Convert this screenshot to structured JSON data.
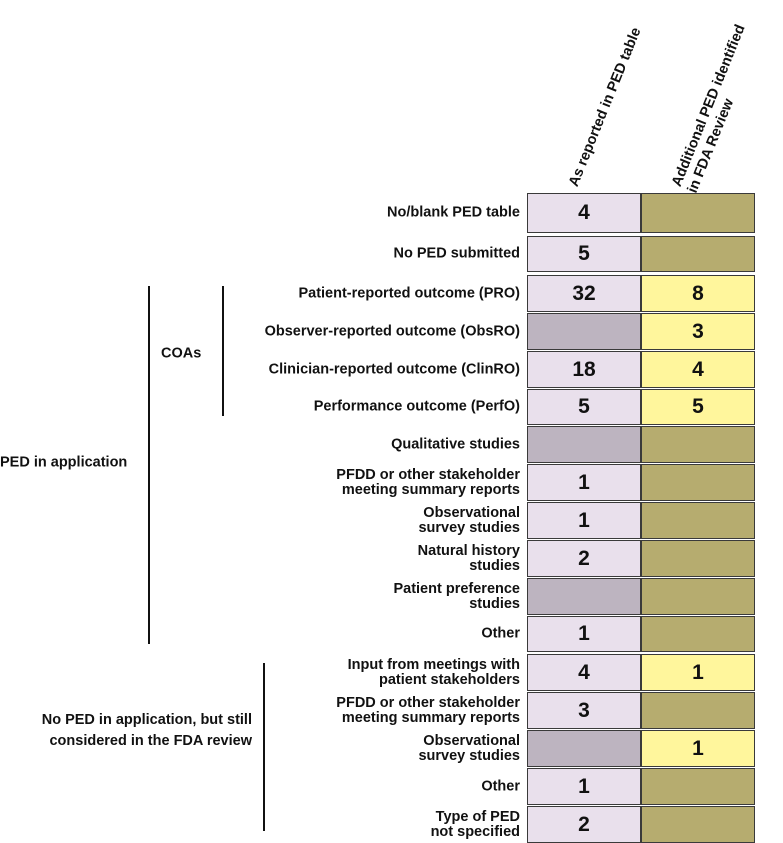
{
  "chart_data": {
    "type": "table",
    "columns": [
      "As reported in PED table",
      "Additional PED identified\nin FDA Review"
    ],
    "colors": {
      "lavender": "#e9e0ec",
      "gray": "#bdb4c0",
      "yellow": "#fff69c",
      "olive": "#b6ac6f"
    },
    "rows": [
      {
        "label": "No/blank PED table",
        "group": "",
        "values": [
          4,
          null
        ],
        "fills": [
          "lavender",
          "olive"
        ]
      },
      {
        "label": "No PED submitted",
        "group": "",
        "values": [
          5,
          null
        ],
        "fills": [
          "lavender",
          "olive"
        ]
      },
      {
        "label": "Patient-reported outcome (PRO)",
        "group": "PED in application / COAs",
        "values": [
          32,
          8
        ],
        "fills": [
          "lavender",
          "yellow"
        ]
      },
      {
        "label": "Observer-reported outcome (ObsRO)",
        "group": "PED in application / COAs",
        "values": [
          null,
          3
        ],
        "fills": [
          "gray",
          "yellow"
        ]
      },
      {
        "label": "Clinician-reported outcome (ClinRO)",
        "group": "PED in application / COAs",
        "values": [
          18,
          4
        ],
        "fills": [
          "lavender",
          "yellow"
        ]
      },
      {
        "label": "Performance outcome (PerfO)",
        "group": "PED in application / COAs",
        "values": [
          5,
          5
        ],
        "fills": [
          "lavender",
          "yellow"
        ]
      },
      {
        "label": "Qualitative studies",
        "group": "PED in application",
        "values": [
          null,
          null
        ],
        "fills": [
          "gray",
          "olive"
        ]
      },
      {
        "label": "PFDD or other stakeholder\nmeeting summary reports",
        "group": "PED in application",
        "values": [
          1,
          null
        ],
        "fills": [
          "lavender",
          "olive"
        ]
      },
      {
        "label": "Observational\nsurvey studies",
        "group": "PED in application",
        "values": [
          1,
          null
        ],
        "fills": [
          "lavender",
          "olive"
        ]
      },
      {
        "label": "Natural history\nstudies",
        "group": "PED in application",
        "values": [
          2,
          null
        ],
        "fills": [
          "lavender",
          "olive"
        ]
      },
      {
        "label": "Patient preference\nstudies",
        "group": "PED in application",
        "values": [
          null,
          null
        ],
        "fills": [
          "gray",
          "olive"
        ]
      },
      {
        "label": "Other",
        "group": "PED in application",
        "values": [
          1,
          null
        ],
        "fills": [
          "lavender",
          "olive"
        ]
      },
      {
        "label": "Input from meetings with\npatient stakeholders",
        "group": "No PED in application, but still considered in the FDA review",
        "values": [
          4,
          1
        ],
        "fills": [
          "lavender",
          "yellow"
        ]
      },
      {
        "label": "PFDD or other stakeholder\nmeeting summary reports",
        "group": "No PED in application, but still considered in the FDA review",
        "values": [
          3,
          null
        ],
        "fills": [
          "lavender",
          "olive"
        ]
      },
      {
        "label": "Observational\nsurvey studies",
        "group": "No PED in application, but still considered in the FDA review",
        "values": [
          null,
          1
        ],
        "fills": [
          "gray",
          "yellow"
        ]
      },
      {
        "label": "Other",
        "group": "No PED in application, but still considered in the FDA review",
        "values": [
          1,
          null
        ],
        "fills": [
          "lavender",
          "olive"
        ]
      },
      {
        "label": "Type of PED\nnot specified",
        "group": "No PED in application, but still considered in the FDA review",
        "values": [
          2,
          null
        ],
        "fills": [
          "lavender",
          "olive"
        ]
      }
    ],
    "groups": {
      "coas": "COAs",
      "ped_in_application": "PED in application",
      "no_ped_in_application": "No PED in application, but still\nconsidered in the FDA review"
    }
  }
}
